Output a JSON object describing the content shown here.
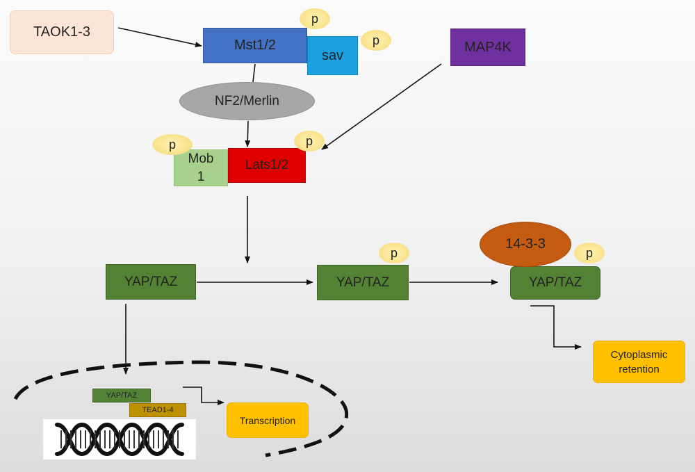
{
  "nodes": {
    "taok": "TAOK1-3",
    "mst": "Mst1/2",
    "sav": "sav",
    "map4k": "MAP4K",
    "nf2": "NF2/Merlin",
    "mob_line1": "Mob",
    "mob_line2": "1",
    "lats": "Lats1/2",
    "yap_taz": "YAP/TAZ",
    "protein_14_3_3": "14-3-3",
    "cytoplasmic_line1": "Cytoplasmic",
    "cytoplasmic_line2": "retention",
    "yap_taz_nuclear": "YAP/TAZ",
    "tead": "TEAD1-4",
    "transcription": "Transcription"
  },
  "phosphate_label": "p",
  "colors": {
    "taok": "#fce4d6",
    "mst": "#4472c4",
    "sav": "#1ea1e0",
    "map4k": "#7030a0",
    "nf2": "#a6a6a6",
    "mob": "#a9d18e",
    "lats": "#e00000",
    "yap_taz": "#548235",
    "protein_14_3_3": "#c55a11",
    "highlight_box": "#ffc000",
    "tead": "#bf9000",
    "phosphate": "#f8e08a"
  },
  "icons": {
    "dna": "dna-helix-icon"
  }
}
